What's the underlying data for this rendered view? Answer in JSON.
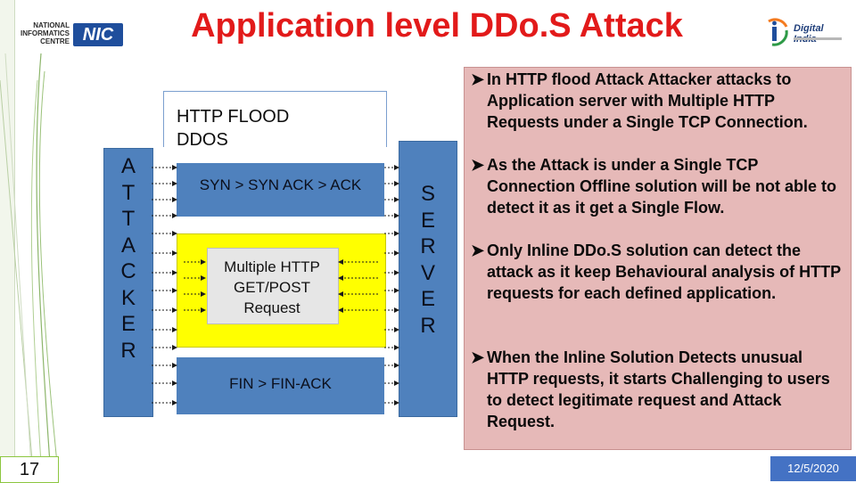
{
  "slide": {
    "title": "Application level DDo.S Attack",
    "slide_number": "17",
    "date": "12/5/2020"
  },
  "logos": {
    "nic": {
      "line1": "NATIONAL",
      "line2": "INFORMATICS",
      "line3": "CENTRE",
      "mark": "NIC"
    },
    "digital_india": {
      "name": "Digital India"
    }
  },
  "diagram": {
    "attacker_letters": [
      "A",
      "T",
      "T",
      "A",
      "C",
      "K",
      "E",
      "R"
    ],
    "server_letters": [
      "S",
      "E",
      "R",
      "V",
      "E",
      "R"
    ],
    "flood_label_line1": "HTTP FLOOD",
    "flood_label_line2": "DDOS",
    "syn_label": "SYN > SYN ACK > ACK",
    "http_label_line1": "Multiple HTTP",
    "http_label_line2": "GET/POST",
    "http_label_line3": "Request",
    "fin_label": "FIN > FIN-ACK"
  },
  "bullets": [
    {
      "text": "In HTTP flood Attack Attacker attacks to Application server with Multiple HTTP Requests under a Single TCP Connection."
    },
    {
      "text": "As the Attack is under a Single TCP Connection Offline solution will be not able to detect it as it get a Single Flow."
    },
    {
      "text": "Only Inline DDo.S solution can detect the attack as it keep Behavioural analysis of HTTP requests for each defined application."
    },
    {
      "text": "When the Inline Solution Detects unusual HTTP requests, it starts Challenging to users to detect legitimate request and Attack Request."
    }
  ],
  "colors": {
    "title": "#e21a1a",
    "box_blue": "#4f81bd",
    "yellow": "#ffff00",
    "pink_panel": "#e6b9b8",
    "date_bg": "#4472c4"
  }
}
